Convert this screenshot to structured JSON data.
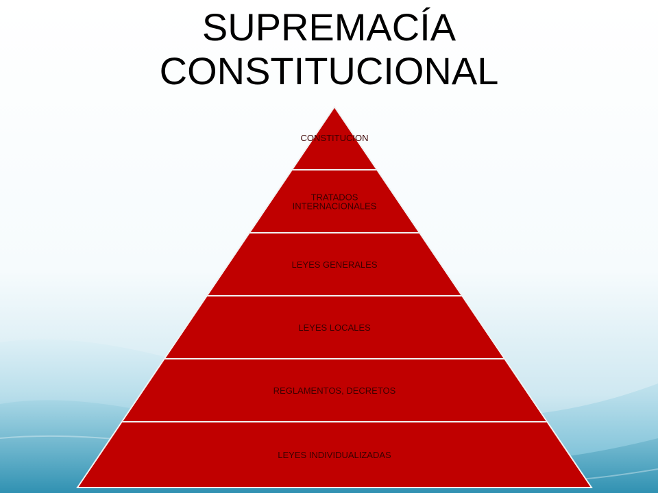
{
  "slide": {
    "title_lines": [
      "SUPREMACÍA",
      "CONSTITUCIONAL"
    ],
    "colors": {
      "level_fill": "#c00000",
      "level_stroke": "#f2f2f2",
      "text": "#3a0000",
      "title": "#000000",
      "background_top": "#ffffff",
      "background_accent": "#3aa0bf"
    }
  },
  "pyramid": {
    "levels": [
      {
        "lines": [
          "CONSTITUCION"
        ]
      },
      {
        "lines": [
          "TRATADOS",
          "INTERNACIONALES"
        ]
      },
      {
        "lines": [
          "LEYES GENERALES"
        ]
      },
      {
        "lines": [
          "LEYES LOCALES"
        ]
      },
      {
        "lines": [
          "REGLAMENTOS, DECRETOS"
        ]
      },
      {
        "lines": [
          "LEYES INDIVIDUALIZADAS"
        ]
      }
    ]
  }
}
